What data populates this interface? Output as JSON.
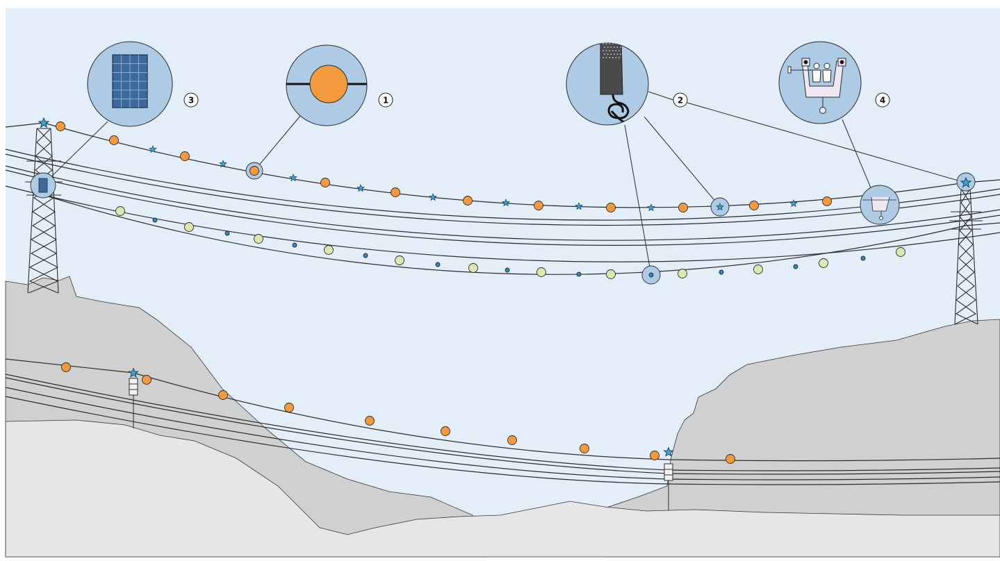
{
  "colors": {
    "sky": "#e3eef8",
    "hill_far": "#d0d0d0",
    "hill_near": "#e6e6e6",
    "line": "#2b2b2b",
    "marker_orange": "#f39a3e",
    "marker_green": "#dde8b0",
    "marker_blue_dot": "#2b8bc0",
    "marker_star": "#3aa6d6",
    "halo": "#aecbe6",
    "callout_bg": "#aecbe6"
  },
  "callouts": [
    {
      "id": "1",
      "label": "1",
      "icon": "orange-ball-marker-icon"
    },
    {
      "id": "2",
      "label": "2",
      "icon": "line-sensor-device-icon"
    },
    {
      "id": "3",
      "label": "3",
      "icon": "solar-panel-icon"
    },
    {
      "id": "4",
      "label": "4",
      "icon": "line-robot-icon"
    }
  ]
}
